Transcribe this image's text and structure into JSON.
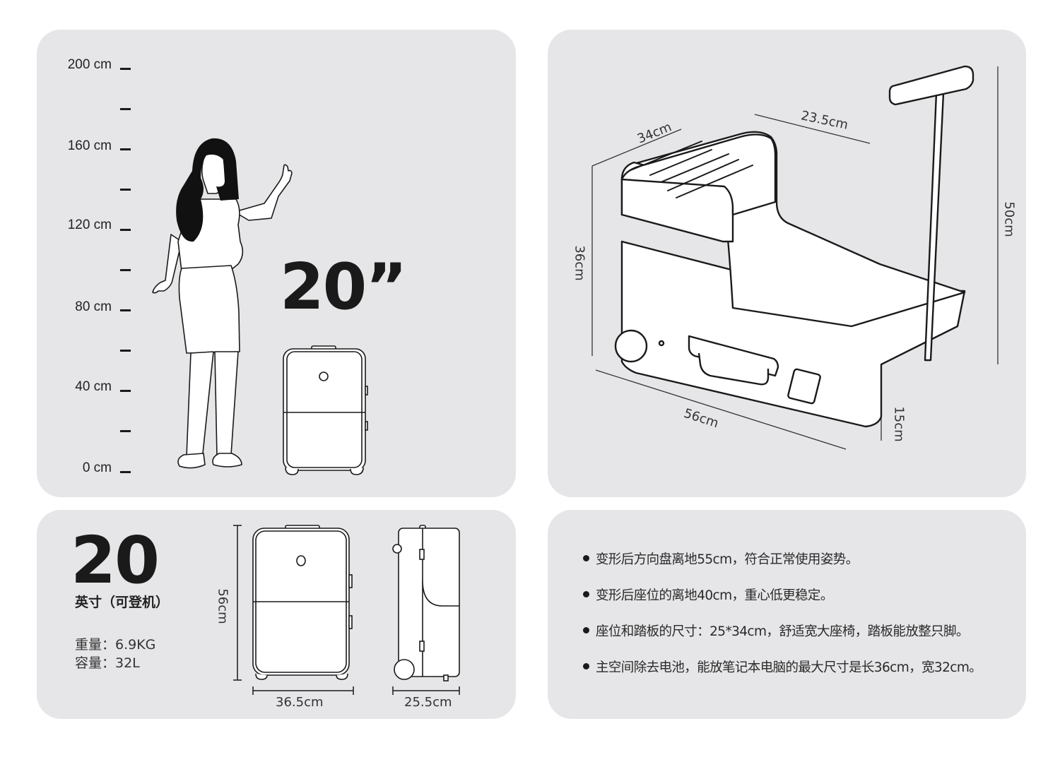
{
  "height_chart": {
    "scale_labels": [
      "200 cm",
      "160 cm",
      "120 cm",
      "80 cm",
      "40 cm",
      "0 cm"
    ],
    "tick_count": 11,
    "size_label": "20”"
  },
  "seat_diagram": {
    "dimensions": {
      "seat_depth": "34cm",
      "seat_width": "23.5cm",
      "seat_height": "36cm",
      "total_height": "50cm",
      "length": "56cm",
      "base_height": "15cm"
    }
  },
  "specs": {
    "size_number": "20",
    "size_unit": "英寸（可登机）",
    "weight": "重量：6.9KG",
    "capacity": "容量：32L",
    "front_height": "56cm",
    "front_width": "36.5cm",
    "side_depth": "25.5cm"
  },
  "features": {
    "items": [
      "变形后方向盘离地55cm，符合正常使用姿势。",
      "变形后座位的离地40cm，重心低更稳定。",
      "座位和踏板的尺寸：25*34cm，舒适宽大座椅，踏板能放整只脚。",
      "主空间除去电池，能放笔记本电脑的最大尺寸是长36cm，宽32cm。"
    ]
  }
}
